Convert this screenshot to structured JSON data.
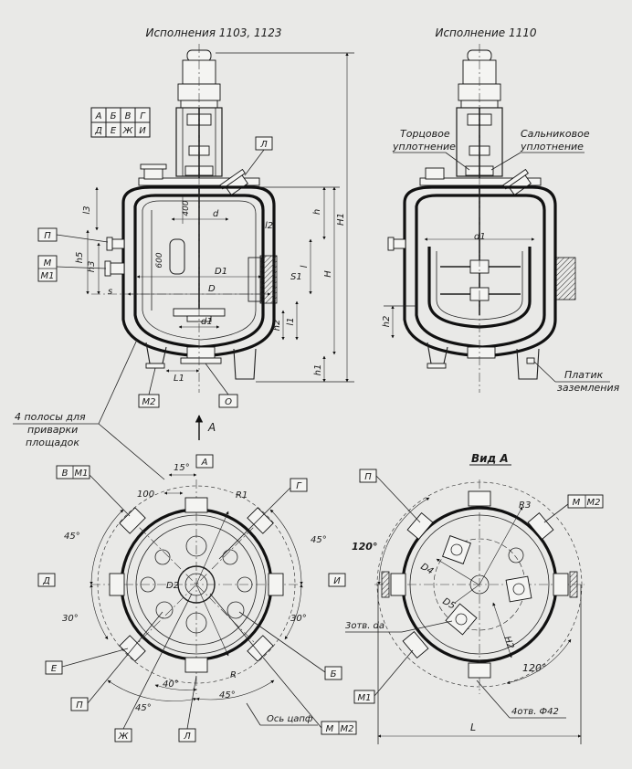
{
  "titles": {
    "left_view": "Исполнения 1103, 1123",
    "right_view": "Исполнение 1110",
    "bottom_right_view": "Вид А"
  },
  "seal_labels": {
    "face_seal": [
      "Торцовое",
      "уплотнение"
    ],
    "gland_seal": [
      "Сальниковое",
      "уплотнение"
    ]
  },
  "left_view": {
    "nozzle_table": [
      [
        "А",
        "Б",
        "В",
        "Г"
      ],
      [
        "Д",
        "Е",
        "Ж",
        "И"
      ]
    ],
    "nozzle_L": "Л",
    "nozzle_P": "П",
    "nozzle_M_M1": [
      "М",
      "М1"
    ],
    "nozzle_M2": "М2",
    "nozzle_O": "О",
    "dims": {
      "d400": "400",
      "d600": "600",
      "d": "d",
      "D1": "D1",
      "D": "D",
      "d1": "d1",
      "l2": "l2",
      "l3": "l3",
      "h3": "h3",
      "h5": "h5",
      "s": "s",
      "s1": "S1",
      "h": "h",
      "l": "l",
      "H": "H",
      "H1": "H1",
      "l1": "l1",
      "h2": "h2",
      "h1": "h1",
      "L1": "L1"
    }
  },
  "right_view": {
    "d1": "d1",
    "h2": "h2",
    "ground_pad": [
      "Платик",
      "заземления"
    ]
  },
  "strips_note": [
    "4 полосы для",
    "приварки",
    "площадок"
  ],
  "arrow_A": "А",
  "plan_left": {
    "angles": [
      "15°",
      "45°",
      "45°",
      "30°",
      "30°",
      "40°",
      "45°",
      "45°"
    ],
    "dim_100": "100",
    "R1": "R1",
    "R": "R",
    "D2": "D2",
    "labels": {
      "A": "А",
      "V_M1": [
        "В",
        "М1"
      ],
      "G": "Г",
      "D": "Д",
      "I": "И",
      "E": "Е",
      "B": "Б",
      "P": "П",
      "Zh": "Ж",
      "L": "Л",
      "M_M2": [
        "М",
        "М2"
      ]
    },
    "axis_label": "Ось цапф"
  },
  "plan_right": {
    "labels": {
      "P": "П",
      "M_M2": [
        "М",
        "М2"
      ],
      "M1": "М1"
    },
    "angles": [
      "120°",
      "120°"
    ],
    "R3": "R3",
    "D4": "D4",
    "D5": "D5",
    "H2": "H2",
    "holes_a": "3отв. dа",
    "holes_b": "4отв. Ф42",
    "L": "L"
  }
}
